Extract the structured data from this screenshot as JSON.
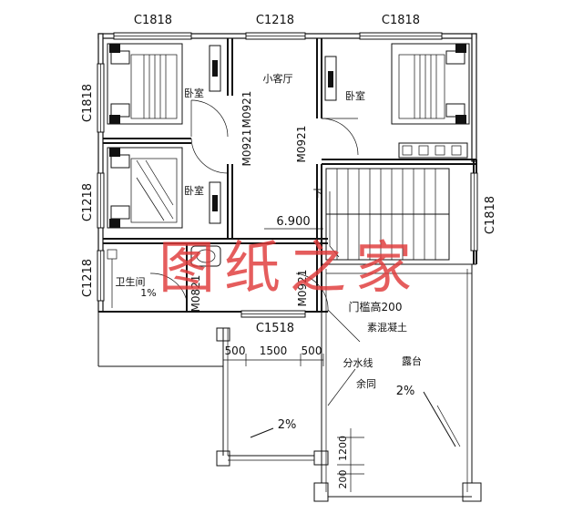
{
  "windows": {
    "top_left": "C1818",
    "top_mid": "C1218",
    "top_right": "C1818",
    "left_upper": "C1818",
    "left_mid": "C1218",
    "left_lower": "C1218",
    "right": "C1818",
    "bottom": "C1518"
  },
  "rooms": {
    "bedroom_upper_left": "卧室",
    "bedroom_lower_left": "卧室",
    "bedroom_right": "卧室",
    "small_living": "小客厅",
    "bathroom": "卫生间"
  },
  "doors": {
    "left_a": "M0921",
    "left_b": "M0921",
    "right": "M0921",
    "bathroom": "M0821",
    "terrace": "M0921"
  },
  "stair_down": "下",
  "elevation": "6.900",
  "threshold_note": "门槛高200",
  "concrete": "素混凝土",
  "drain_line": "分水线",
  "drain_same": "余同",
  "terrace_label": "露台",
  "slope_terrace": "2%",
  "slope_balcony": "2%",
  "slope_bath": "1%",
  "dimensions": {
    "d500_left": "500",
    "d1500": "1500",
    "d500_right": "500",
    "d1200": "1200",
    "d200": "200"
  },
  "watermark": "图纸之家"
}
